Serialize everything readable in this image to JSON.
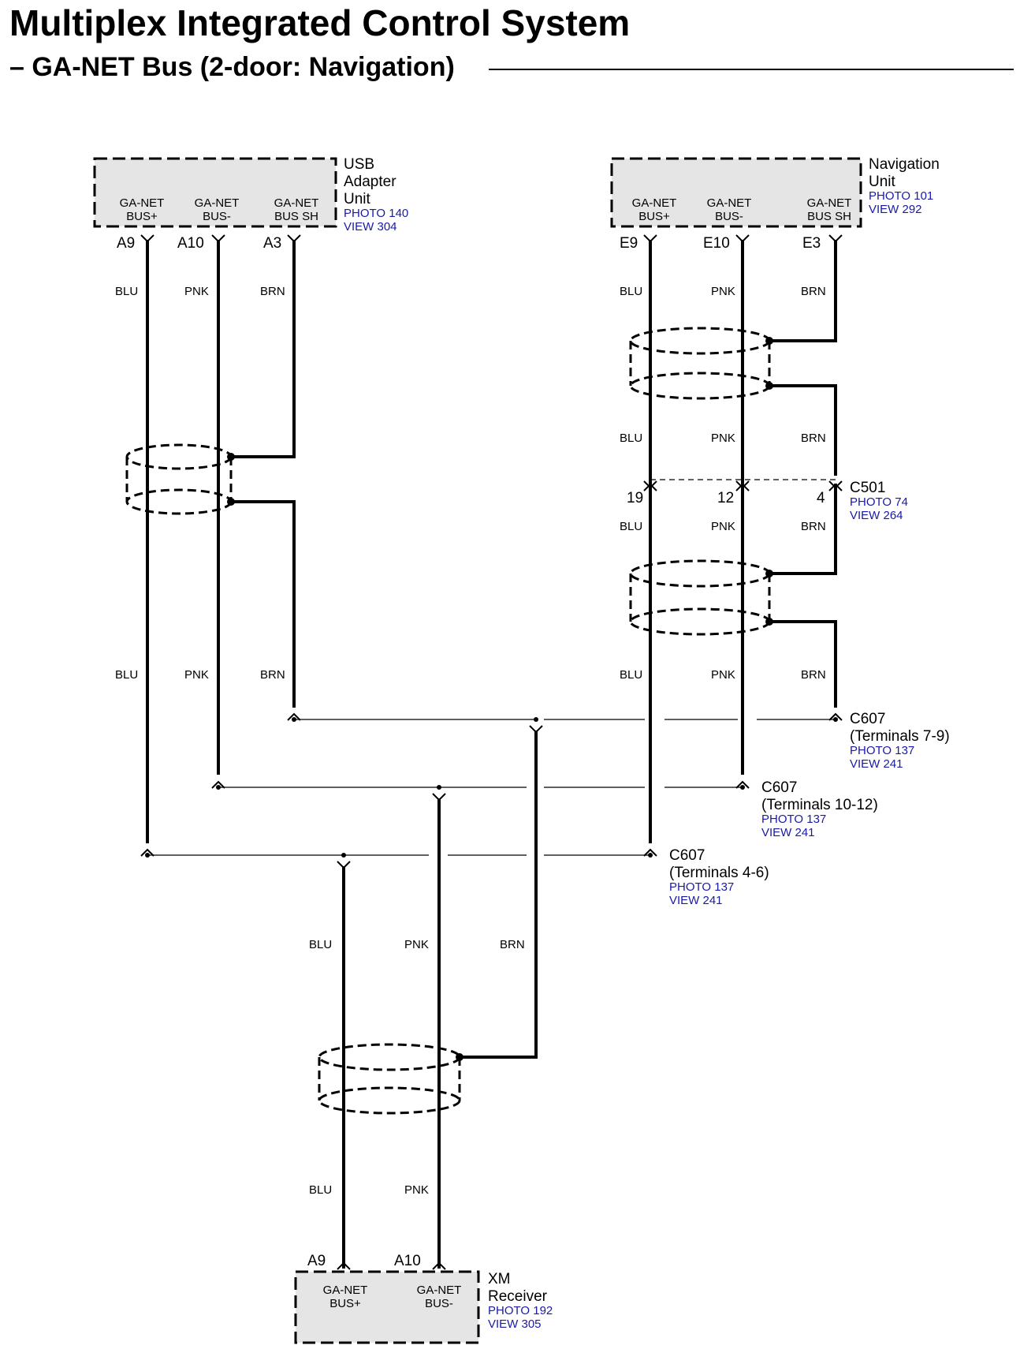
{
  "title": "Multiplex Integrated Control System",
  "subtitle": "– GA-NET Bus (2-door: Navigation)",
  "colors": {
    "ink": "#000000",
    "reference": "#1a1aa6",
    "box_fill": "#e5e5e5"
  },
  "components": {
    "usb": {
      "name": [
        "USB",
        "Adapter",
        "Unit"
      ],
      "photo": "PHOTO 140",
      "view": "VIEW 304",
      "pins": [
        [
          "GA-NET",
          "BUS+"
        ],
        [
          "GA-NET",
          "BUS-"
        ],
        [
          "GA-NET",
          "BUS SH"
        ]
      ],
      "terminals": [
        "A9",
        "A10",
        "A3"
      ]
    },
    "nav": {
      "name": [
        "Navigation",
        "Unit"
      ],
      "photo": "PHOTO 101",
      "view": "VIEW 292",
      "pins": [
        [
          "GA-NET",
          "BUS+"
        ],
        [
          "GA-NET",
          "BUS-"
        ],
        [
          "GA-NET",
          "BUS SH"
        ]
      ],
      "terminals": [
        "E9",
        "E10",
        "E3"
      ]
    },
    "xm": {
      "name": [
        "XM",
        "Receiver"
      ],
      "photo": "PHOTO 192",
      "view": "VIEW 305",
      "pins": [
        [
          "GA-NET",
          "BUS+"
        ],
        [
          "GA-NET",
          "BUS-"
        ]
      ],
      "terminals": [
        "A9",
        "A10"
      ]
    }
  },
  "wire_colors": {
    "blu": "BLU",
    "pnk": "PNK",
    "brn": "BRN"
  },
  "connectors": {
    "c501": {
      "name": "C501",
      "photo": "PHOTO 74",
      "view": "VIEW 264",
      "terminals": [
        "19",
        "12",
        "4"
      ]
    },
    "c607_a": {
      "name": "C607",
      "terms": "(Terminals 7-9)",
      "photo": "PHOTO 137",
      "view": "VIEW 241"
    },
    "c607_b": {
      "name": "C607",
      "terms": "(Terminals 10-12)",
      "photo": "PHOTO 137",
      "view": "VIEW 241"
    },
    "c607_c": {
      "name": "C607",
      "terms": "(Terminals 4-6)",
      "photo": "PHOTO 137",
      "view": "VIEW 241"
    }
  }
}
